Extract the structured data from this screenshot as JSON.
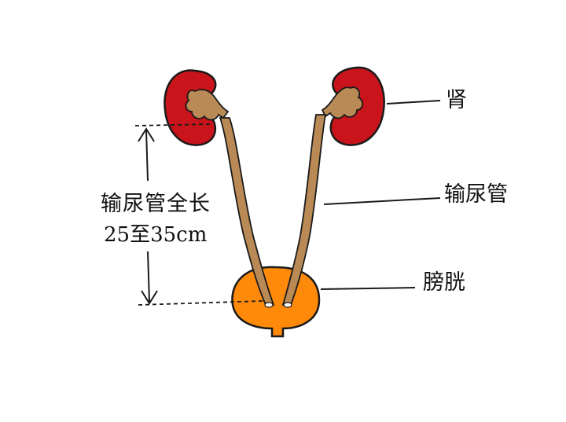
{
  "labels": {
    "kidney": "肾",
    "ureter": "输尿管",
    "bladder": "膀胱",
    "length_line1": "输尿管全长",
    "length_line2": "25至35cm"
  },
  "colors": {
    "kidney": "#C8141A",
    "pelvis": "#B98A55",
    "ureter": "#B98A55",
    "bladder": "#FF8A0A",
    "outline": "#1a1a1a"
  }
}
